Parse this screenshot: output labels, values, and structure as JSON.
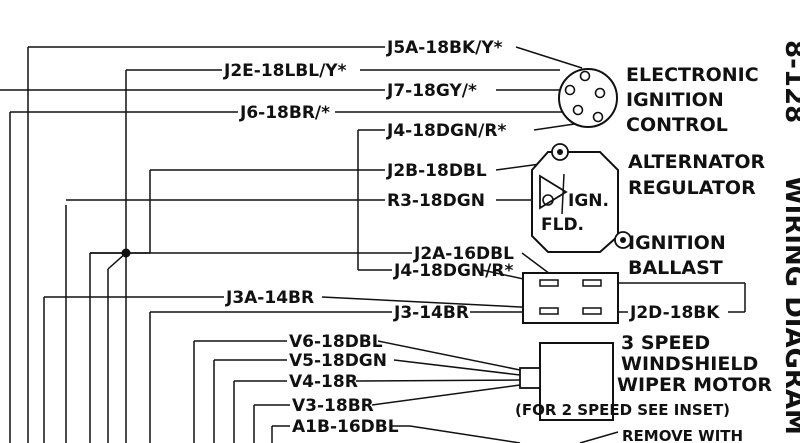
{
  "wires": {
    "j5a": "J5A-18BK/Y*",
    "j2e": "J2E-18LBL/Y*",
    "j7": "J7-18GY/*",
    "j6": "J6-18BR/*",
    "j4_top": "J4-18DGN/R*",
    "j2b": "J2B-18DBL",
    "r3": "R3-18DGN",
    "j2a": "J2A-16DBL",
    "j4_bottom": "J4-18DGN/R*",
    "j3a": "J3A-14BR",
    "j3": "J3-14BR",
    "j2d": "J2D-18BK",
    "v6": "V6-18DBL",
    "v5": "V5-18DGN",
    "v4": "V4-18R",
    "v3": "V3-18BR",
    "a1b": "A1B-16DBL"
  },
  "components": {
    "eic_line1": "ELECTRONIC",
    "eic_line2": "IGNITION",
    "eic_line3": "CONTROL",
    "alt_line1": "ALTERNATOR",
    "alt_line2": "REGULATOR",
    "alt_ign": "IGN.",
    "alt_fld": "FLD.",
    "bal_line1": "IGNITION",
    "bal_line2": "BALLAST",
    "wiper_line1": "3 SPEED",
    "wiper_line2": "WINDSHIELD",
    "wiper_line3": "WIPER MOTOR",
    "wiper_note": "(FOR 2 SPEED SEE INSET)",
    "remove_note": "REMOVE WITH"
  },
  "side_title": {
    "page": "8-128",
    "title": "WIRING DIAGRAM"
  }
}
